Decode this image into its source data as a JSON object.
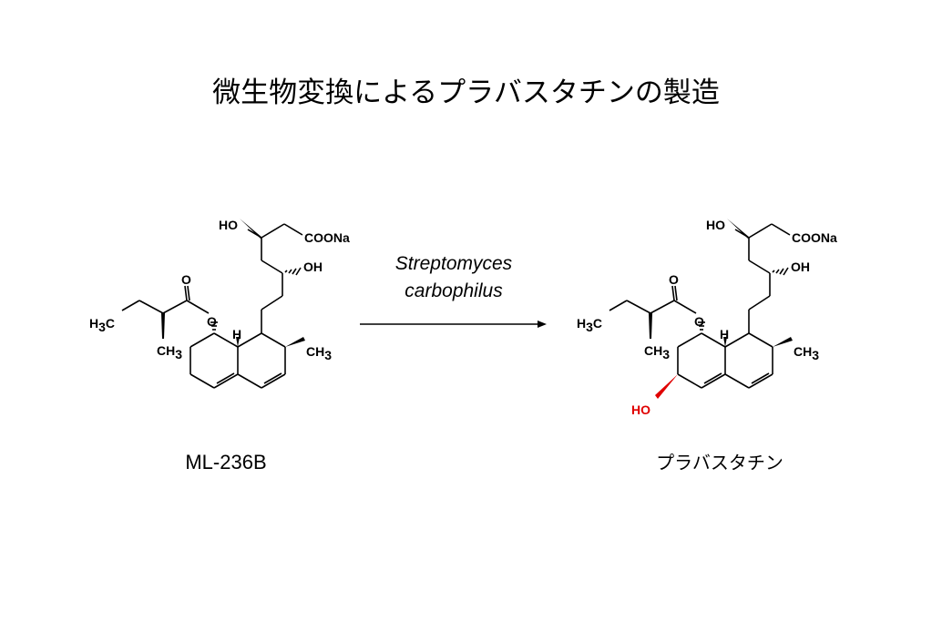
{
  "title": "微生物変換によるプラバスタチンの製造",
  "reaction": {
    "reagent_line1": "Streptomyces",
    "reagent_line2": "carbophilus"
  },
  "molecules": {
    "left": {
      "name": "ML-236B",
      "labels": {
        "ho_top": "HO",
        "coona": "COONa",
        "oh": "OH",
        "o_carbonyl": "O",
        "o_ester": "O",
        "h": "H",
        "h3c": "H3C",
        "ch3_side": "CH3",
        "ch3_ring": "CH3"
      }
    },
    "right": {
      "name": "プラバスタチン",
      "labels": {
        "ho_top": "HO",
        "coona": "COONa",
        "oh": "OH",
        "o_carbonyl": "O",
        "o_ester": "O",
        "h": "H",
        "h3c": "H3C",
        "ch3_side": "CH3",
        "ch3_ring": "CH3",
        "ho_new": "HO"
      },
      "highlight_color": "#e00000"
    }
  }
}
